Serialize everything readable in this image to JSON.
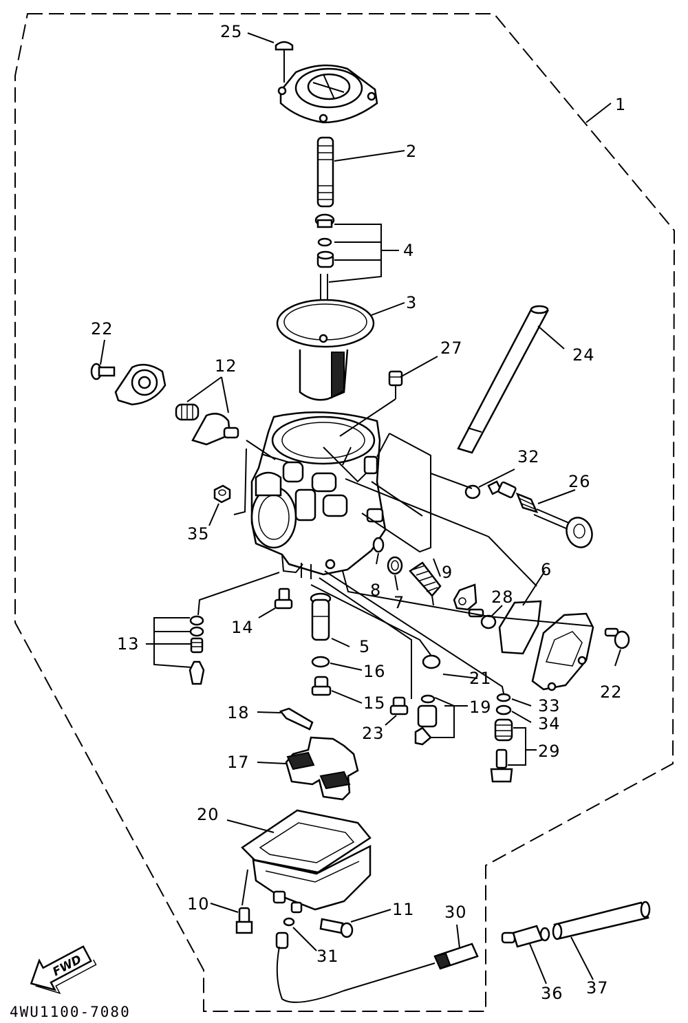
{
  "diagram": {
    "drawing_code": "4WU1100-7080",
    "fwd_label": "FWD",
    "callouts": [
      "1",
      "2",
      "3",
      "4",
      "5",
      "6",
      "7",
      "8",
      "9",
      "10",
      "11",
      "12",
      "13",
      "14",
      "15",
      "16",
      "17",
      "18",
      "19",
      "20",
      "21",
      "22",
      "22",
      "23",
      "24",
      "25",
      "26",
      "27",
      "28",
      "29",
      "30",
      "31",
      "32",
      "33",
      "34",
      "35",
      "36",
      "37"
    ],
    "colors": {
      "line": "#000000",
      "background": "#ffffff"
    }
  }
}
